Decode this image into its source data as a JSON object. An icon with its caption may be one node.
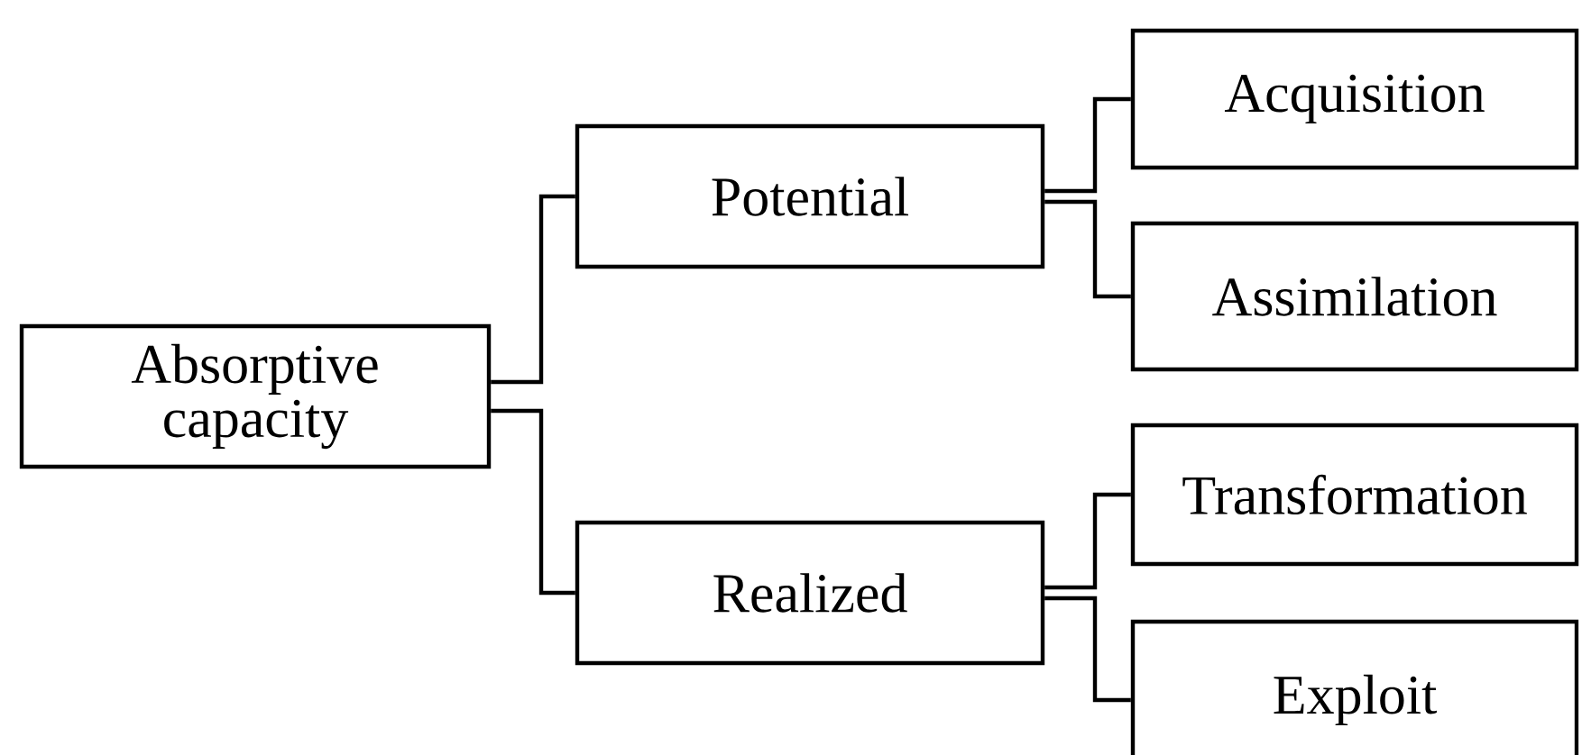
{
  "diagram": {
    "nodes": [
      {
        "text": [
          "Absorptive capacity"
        ]
      },
      {
        "text": [
          "Potential"
        ]
      },
      {
        "text": [
          "Realized"
        ]
      },
      {
        "text": [
          "Acquisition"
        ]
      },
      {
        "text": [
          "Assimilation"
        ]
      },
      {
        "text": [
          "Transformation"
        ]
      },
      {
        "text": [
          "Exploit"
        ]
      }
    ],
    "edges": [
      {
        "from": 0,
        "to": 1,
        "arrow": "none"
      },
      {
        "from": 0,
        "to": 2,
        "arrow": "none"
      },
      {
        "from": 1,
        "to": 3,
        "arrow": "none"
      },
      {
        "from": 1,
        "to": 4,
        "arrow": "none"
      },
      {
        "from": 2,
        "to": 5,
        "arrow": "none"
      },
      {
        "from": 2,
        "to": 6,
        "arrow": "none"
      }
    ]
  }
}
